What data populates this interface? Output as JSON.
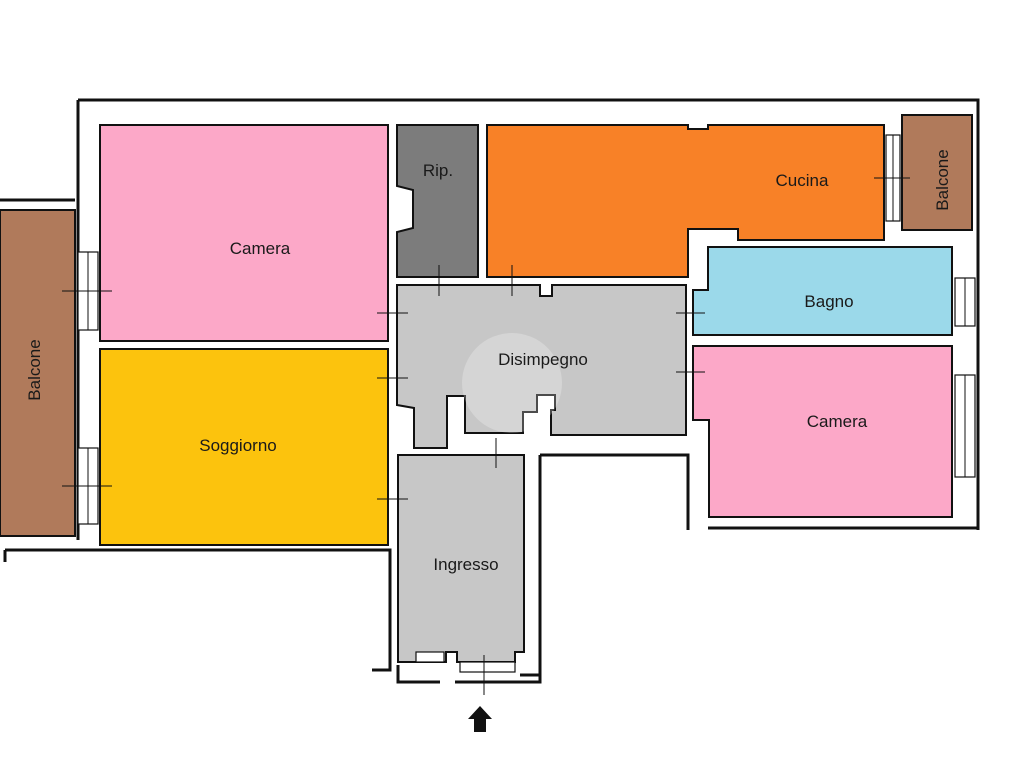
{
  "colors": {
    "camera": "#fca8c8",
    "soggiorno": "#fcc30d",
    "cucina": "#f88127",
    "bagno": "#9bd9ea",
    "disimpegno": "#c7c7c7",
    "ingresso": "#c7c7c7",
    "ripostiglio": "#7c7c7c",
    "balcone": "#b07a5b"
  },
  "rooms": {
    "camera_1": "Camera",
    "soggiorno": "Soggiorno",
    "ripostiglio": "Rip.",
    "cucina": "Cucina",
    "balcone_right": "Balcone",
    "bagno": "Bagno",
    "disimpegno": "Disimpegno",
    "camera_2": "Camera",
    "ingresso": "Ingresso",
    "balcone_left": "Balcone"
  },
  "entrance_icon": "up-arrow-icon"
}
